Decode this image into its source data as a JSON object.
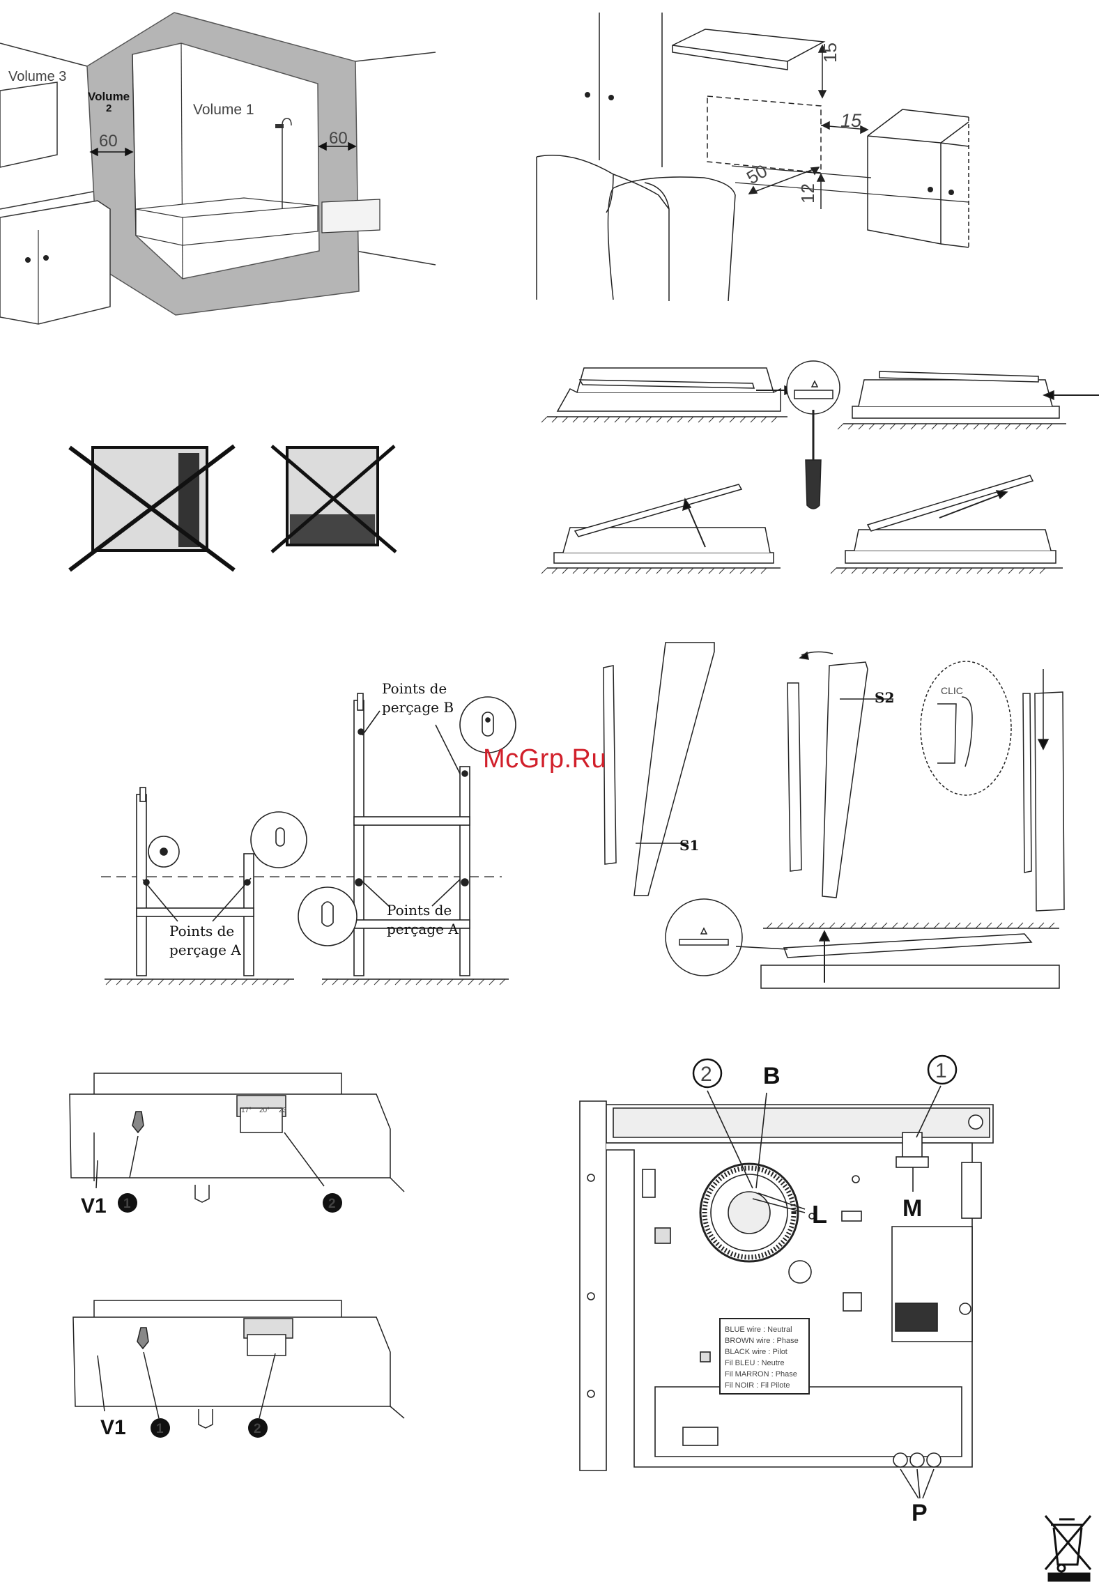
{
  "watermark": "McGrp.Ru",
  "figures": {
    "volumes": {
      "volume3": "Volume 3",
      "volume2_line1": "Volume",
      "volume2_line2": "2",
      "volume1": "Volume 1",
      "dim_left": "60",
      "dim_right": "60"
    },
    "clearances": {
      "top": "15",
      "side": "15",
      "floor": "12",
      "front": "50"
    },
    "bracket": {
      "drill_b_line1": "Points de",
      "drill_b_line2": "perçage B",
      "drill_a_left_line1": "Points de",
      "drill_a_left_line2": "perçage A",
      "drill_a_right_line1": "Points de",
      "drill_a_right_line2": "perçage A"
    },
    "mounting": {
      "s1": "S1",
      "s2": "S2",
      "clic": "CLIC"
    },
    "side_views": {
      "v1_top": "V1",
      "v1_bottom": "V1",
      "marker1": "1",
      "marker2": "2",
      "scale_low": "17°",
      "scale_mid": "20°",
      "scale_high": "23"
    },
    "wiring": {
      "label_1": "1",
      "label_2": "2",
      "label_b": "B",
      "label_l": "L",
      "label_m": "M",
      "label_p": "P",
      "legend": [
        "BLUE wire : Neutral",
        "BROWN wire : Phase",
        "BLACK wire : Pilot",
        "Fil BLEU : Neutre",
        "Fil MARRON : Phase",
        "Fil NOIR : Fil Pilote"
      ]
    }
  }
}
